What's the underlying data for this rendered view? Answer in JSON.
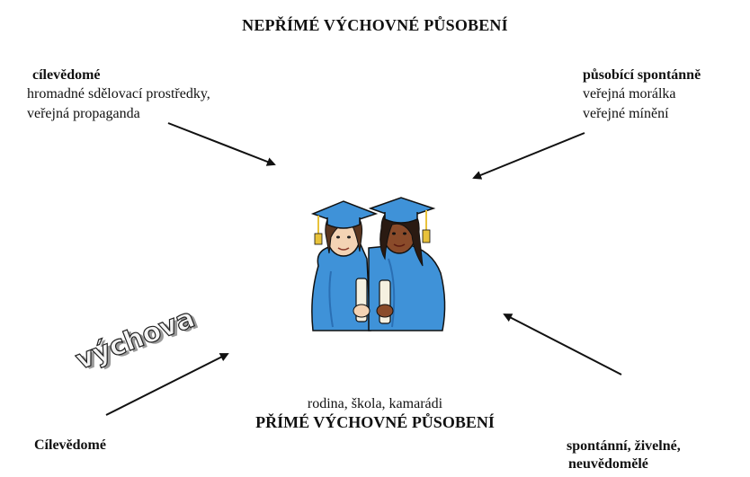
{
  "title_top": "NEPŘÍMÉ VÝCHOVNÉ PŮSOBENÍ",
  "top_left": {
    "heading": "cílevědomé",
    "lines": [
      "hromadné sdělovací prostředky,",
      "veřejná propaganda"
    ]
  },
  "top_right": {
    "heading": "působící spontánně",
    "lines": [
      "veřejná morálka",
      "veřejné mínění"
    ]
  },
  "wordart": "výchova",
  "bottom_subtitle": "rodina, škola, kamarádi",
  "bottom_title": "PŘÍMÉ VÝCHOVNÉ PŮSOBENÍ",
  "bottom_left": "Cílevědomé",
  "bottom_right": [
    "spontánní, živelné,",
    "neuvědomělé"
  ],
  "colors": {
    "gown": "#3f92d8",
    "gown_shade": "#2a6fb4",
    "tassel": "#e8c23a",
    "text": "#111111"
  },
  "icons": [
    "arrow-icon",
    "graduates-clipart-icon"
  ]
}
